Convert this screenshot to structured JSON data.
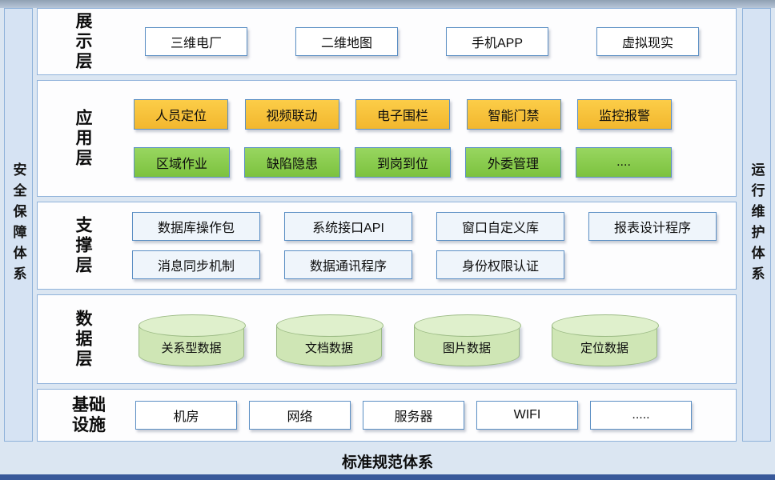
{
  "frame": {
    "left_bar": "安全保障体系",
    "right_bar": "运行维护体系",
    "bottom_bar": "标准规范体系"
  },
  "layers": {
    "presentation": {
      "label": "展示层",
      "items": [
        "三维电厂",
        "二维地图",
        "手机APP",
        "虚拟现实"
      ]
    },
    "application": {
      "label": "应用层",
      "row1": [
        "人员定位",
        "视频联动",
        "电子围栏",
        "智能门禁",
        "监控报警"
      ],
      "row2": [
        "区域作业",
        "缺陷隐患",
        "到岗到位",
        "外委管理",
        "...."
      ]
    },
    "support": {
      "label": "支撑层",
      "row1": [
        "数据库操作包",
        "系统接口API",
        "窗口自定义库",
        "报表设计程序"
      ],
      "row2": [
        "消息同步机制",
        "数据通讯程序",
        "身份权限认证"
      ]
    },
    "data": {
      "label": "数据层",
      "items": [
        "关系型数据",
        "文档数据",
        "图片数据",
        "定位数据"
      ]
    },
    "infrastructure": {
      "label": "基础设施",
      "items": [
        "机房",
        "网络",
        "服务器",
        "WIFI",
        "....."
      ]
    }
  },
  "colors": {
    "background": "#dbe6f2",
    "panel_border": "#8fb2da",
    "box_border": "#5b8fc4",
    "yellow_box": "#f7c23b",
    "green_box": "#8ccd4f",
    "cylinder_fill": "#cfe6b5",
    "bottom_edge": "#38599a"
  }
}
